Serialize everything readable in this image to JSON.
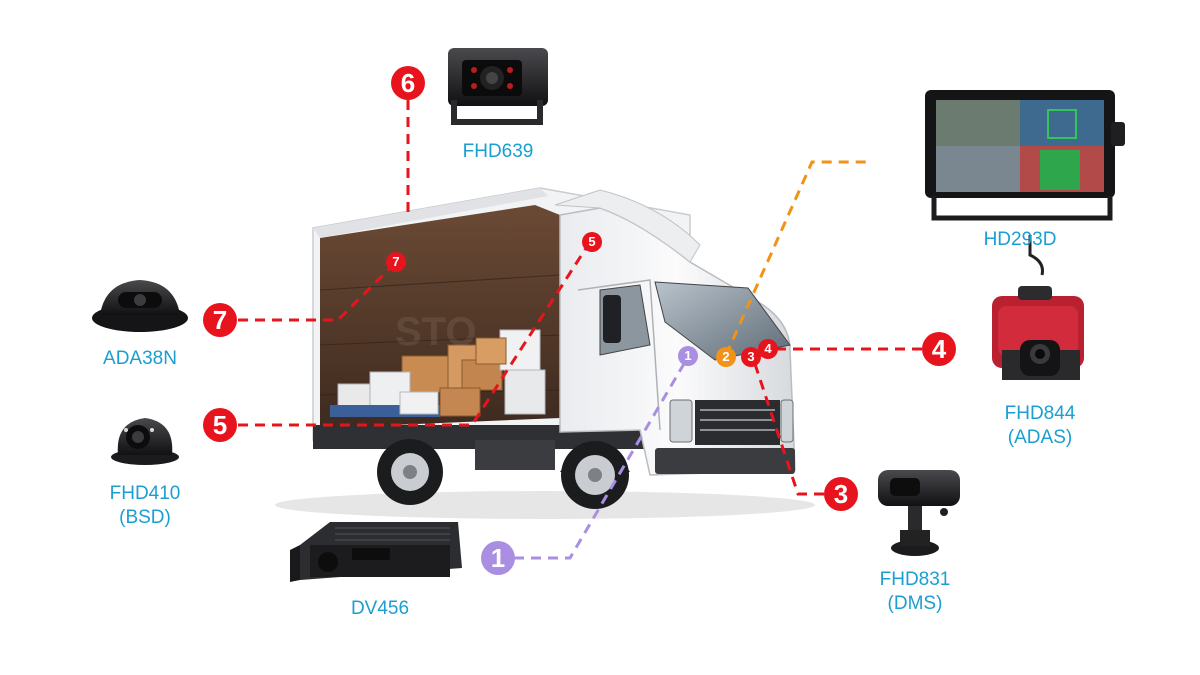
{
  "colors": {
    "red": "#e8141d",
    "orange": "#f29219",
    "purple": "#a98ee2",
    "label_blue": "#1a9fd0"
  },
  "devices": {
    "fhd639": {
      "name": "FHD639",
      "sub": ""
    },
    "hd293d": {
      "name": "HD293D",
      "sub": ""
    },
    "ada38n": {
      "name": "ADA38N",
      "sub": ""
    },
    "fhd844": {
      "name": "FHD844",
      "sub": "(ADAS)"
    },
    "fhd410": {
      "name": "FHD410",
      "sub": "(BSD)"
    },
    "dv456": {
      "name": "DV456",
      "sub": ""
    },
    "fhd831": {
      "name": "FHD831",
      "sub": "(DMS)"
    }
  },
  "badges": {
    "b1": "1",
    "b2": "2",
    "b3": "3",
    "b4": "4",
    "b5": "5",
    "b6": "6",
    "b7": "7"
  },
  "watermark": "STO"
}
